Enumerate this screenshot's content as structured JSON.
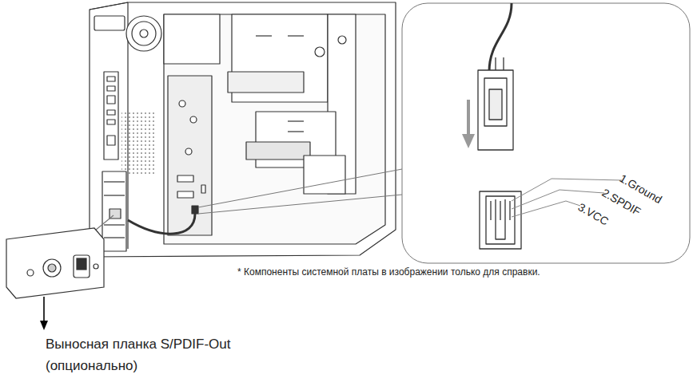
{
  "diagram": {
    "labels": [
      "1.Ground",
      "2.SPDIF",
      "3.VCC",
      "* Компоненты системной платы в изображении только для справки.",
      "Выносная планка S/PDIF-Out (опционально)"
    ]
  }
}
